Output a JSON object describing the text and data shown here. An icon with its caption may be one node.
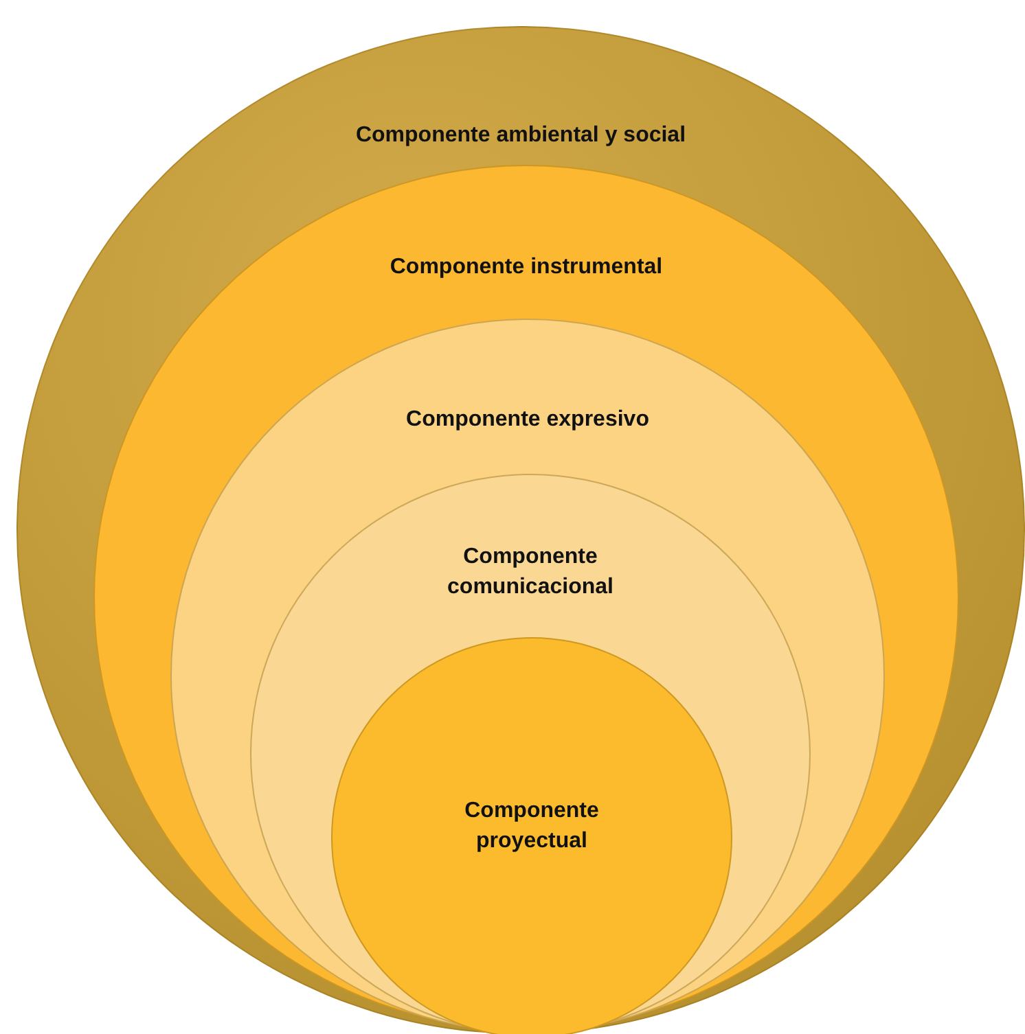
{
  "diagram": {
    "nodes": [
      {
        "text": [
          "Componente ambiental y social"
        ]
      },
      {
        "text": [
          "Componente instrumental"
        ],
        "in": 0
      },
      {
        "text": [
          "Componente expresivo"
        ],
        "in": 1
      },
      {
        "text": [
          "Componente comunicacional"
        ],
        "in": 2
      },
      {
        "text": [
          "Componente proyectual"
        ],
        "in": 3
      }
    ]
  }
}
